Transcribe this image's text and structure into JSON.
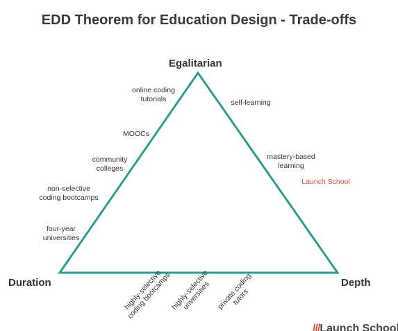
{
  "title": "EDD Theorem for Education Design - Trade-offs",
  "vertices": {
    "top": "Egalitarian",
    "left": "Duration",
    "right": "Depth"
  },
  "left_side_labels": [
    [
      "online coding",
      "tutorials"
    ],
    [
      "MOOCs"
    ],
    [
      "community",
      "colleges"
    ],
    [
      "non-selective",
      "coding bootcamps"
    ],
    [
      "four-year",
      "universities"
    ]
  ],
  "right_side_labels": [
    [
      "self-learning"
    ],
    [
      "mastery-based",
      "learning"
    ]
  ],
  "highlight_label": "Launch School",
  "bottom_labels": [
    [
      "highly-selective",
      "coding bootcamps"
    ],
    [
      "highly-selective",
      "unversities"
    ],
    [
      "private coding",
      "tutors"
    ]
  ],
  "logo": {
    "mark": "///",
    "text": "Launch School"
  },
  "colors": {
    "triangle": "#2a9d8f",
    "highlight": "#e0453f",
    "text": "#333333"
  }
}
